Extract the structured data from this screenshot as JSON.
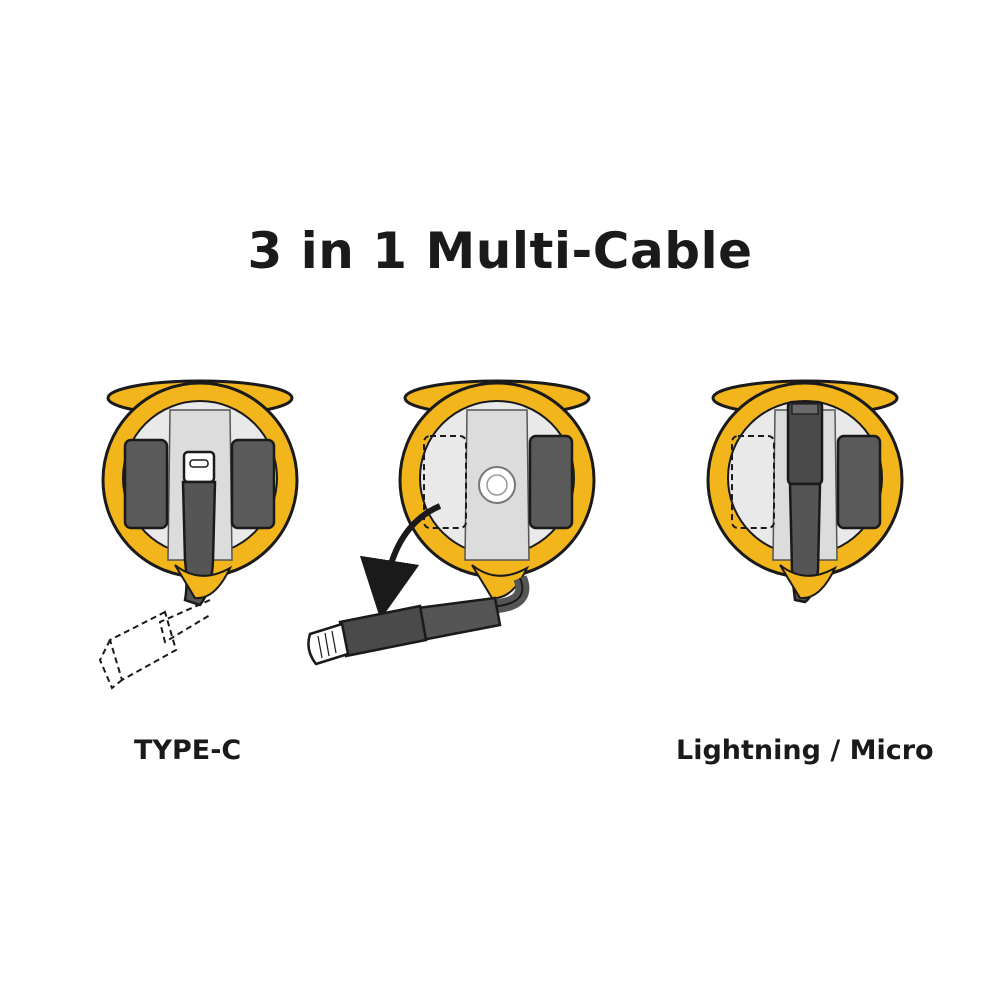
{
  "title": "3 in 1 Multi-Cable",
  "labels": {
    "left": "TYPE-C",
    "right": "Lightning / Micro"
  },
  "colors": {
    "ring": "#F2B51B",
    "outline": "#1a1a1a",
    "cable": "#555555",
    "interior": "#e9e9e9"
  }
}
